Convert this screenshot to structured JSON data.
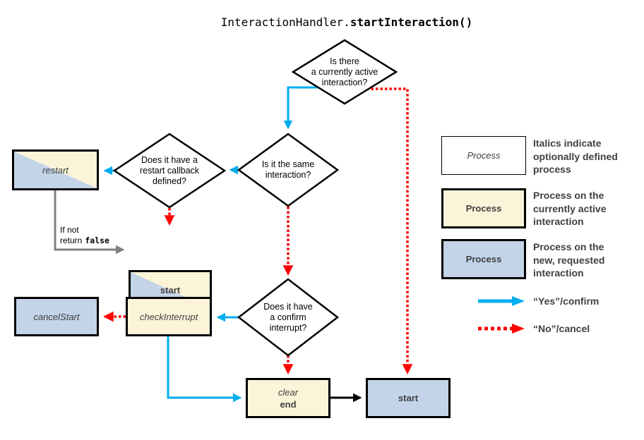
{
  "title": {
    "namespace": "InteractionHandler.",
    "method": "startInteraction()"
  },
  "diamonds": {
    "active": "Is there\na currently active\ninteraction?",
    "same": "Is it the same\ninteraction?",
    "restart_cb": "Does it have a\nrestart callback\ndefined?",
    "confirm_int": "Does it have\na confirm\ninterrupt?"
  },
  "boxes": {
    "restart": "restart",
    "start_current": "start",
    "cancel_start": "cancelStart",
    "check_interrupt": "checkInterrupt",
    "clear": "clear",
    "end": "end",
    "start_new": "start"
  },
  "note": {
    "line1": "If not",
    "line2_prefix": "return",
    "line2_keyword": "false"
  },
  "legend": {
    "items": [
      {
        "label": "Process",
        "desc": "Italics indicate\noptionally defined\nprocess"
      },
      {
        "label": "Process",
        "desc": "Process on the\ncurrently active\ninteraction"
      },
      {
        "label": "Process",
        "desc": "Process on the\nnew, requested\ninteraction"
      }
    ],
    "yes_label": "“Yes”/confirm",
    "no_label": "“No”/cancel"
  },
  "colors": {
    "confirm_arrow": "#00AEEF",
    "cancel_arrow": "#FF0000",
    "gray_arrow": "#808080",
    "black_arrow": "#000000",
    "current_fill": "#FBF4D9",
    "new_fill": "#C3D3E8"
  }
}
